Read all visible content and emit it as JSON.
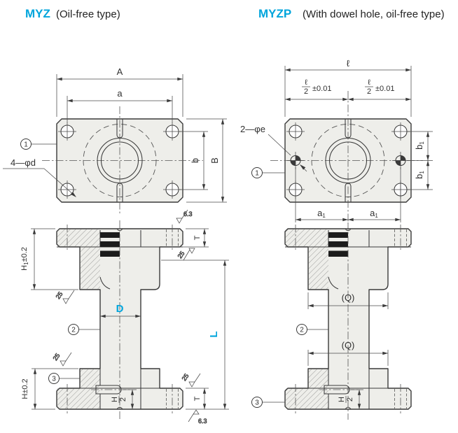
{
  "titles": {
    "left_code": "MYZ",
    "left_desc": "(Oil-free type)",
    "right_code": "MYZP",
    "right_desc": "(With dowel hole, oil-free type)"
  },
  "colors": {
    "accent": "#00a5dc",
    "line": "#3a3a3a",
    "part_fill": "#eeeeea"
  },
  "dims": {
    "A": "A",
    "a": "a",
    "b": "b",
    "B": "B",
    "bolt_holes": "4—φd",
    "dowel_holes": "2—φe",
    "ell": "ℓ",
    "frac_num": "ℓ",
    "frac_den": "2",
    "tol_001": "±0.01",
    "a1_base": "a",
    "b1_base": "b",
    "sub_1": "1",
    "H_base": "H",
    "H1_tol": "±0.2",
    "H_tol": "±0.2",
    "T": "T",
    "D": "D",
    "L": "L",
    "Q": "(Q)",
    "half_num": "H",
    "half_den": "2",
    "r63": "6.3",
    "r25": "25"
  },
  "parts": {
    "p1": "1",
    "p2": "2",
    "p3": "3"
  }
}
